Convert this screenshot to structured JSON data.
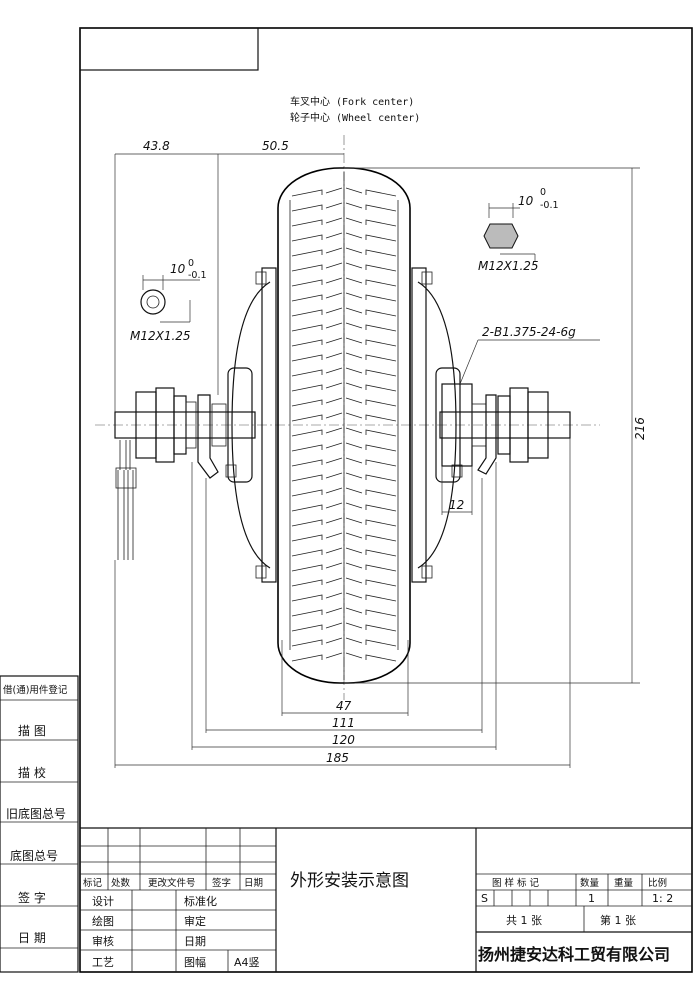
{
  "header_notes": {
    "fork_center": "车叉中心 (Fork center)",
    "wheel_center": "轮子中心 (Wheel center)"
  },
  "dimensions": {
    "left_offset": "43.8",
    "center_to_tire": "50.5",
    "height": "216",
    "thread_spec": "2-B1.375-24-6g",
    "spacer": "12",
    "d47": "47",
    "d111": "111",
    "d120": "120",
    "d185": "185"
  },
  "left_detail": {
    "width": "10",
    "tol_upper": "0",
    "tol_lower": "-0.1",
    "thread": "M12X1.25"
  },
  "right_detail": {
    "width": "10",
    "tol_upper": "0",
    "tol_lower": "-0.1",
    "thread": "M12X1.25"
  },
  "side_labels": {
    "borrow": "借(通)用件登记",
    "trace": "描 图",
    "check": "描 校",
    "old_no": "旧底图总号",
    "base_no": "底图总号",
    "sign": "签 字",
    "date": "日 期"
  },
  "title_block": {
    "rev_headers": [
      "标记",
      "处数",
      "更改文件号",
      "签字",
      "日期"
    ],
    "design": "设计",
    "draw": "绘图",
    "review": "审核",
    "process": "工艺",
    "standard": "标准化",
    "approve": "审定",
    "date": "日期",
    "sheet_size_label": "图幅",
    "sheet_size": "A4竖",
    "drawing_title": "外形安装示意图",
    "drawing_mark": "图 样 标 记",
    "qty_label": "数量",
    "weight_label": "重量",
    "scale_label": "比例",
    "mark_value": "S",
    "qty_value": "1",
    "scale_value": "1: 2",
    "total_sheets": "共 1 张",
    "sheet_no": "第 1 张",
    "company": "扬州捷安达科工贸有限公司"
  }
}
